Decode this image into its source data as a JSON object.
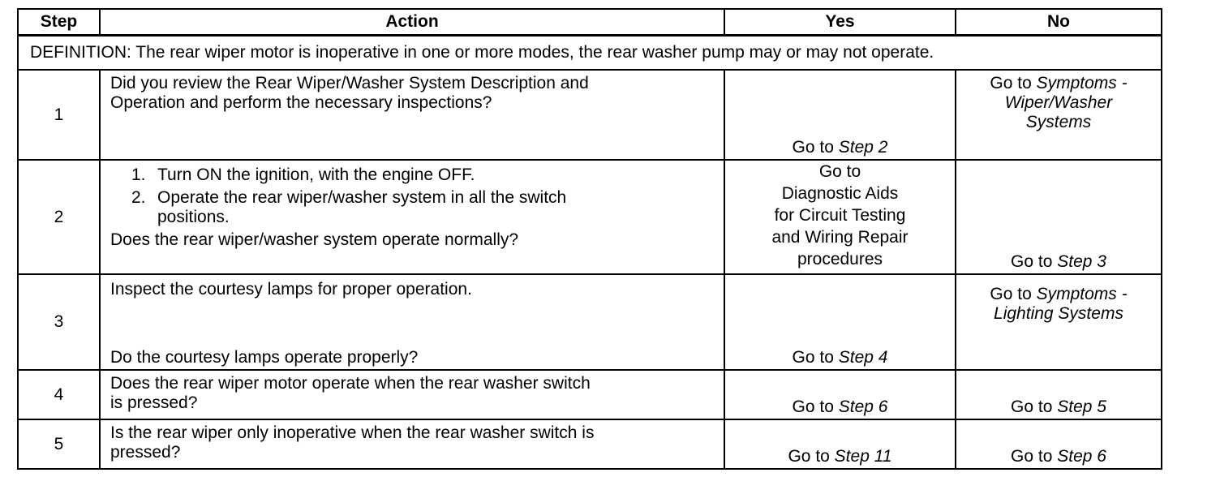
{
  "headers": {
    "step": "Step",
    "action": "Action",
    "yes": "Yes",
    "no": "No"
  },
  "definition": "DEFINITION: The rear wiper motor is inoperative in one or more modes, the rear washer pump may or may not operate.",
  "rows": [
    {
      "step": "1",
      "action_lines": [
        "Did you review the Rear Wiper/Washer System Description and",
        "Operation and perform the necessary inspections?"
      ],
      "yes_prefix": "Go to ",
      "yes_ref": "Step 2",
      "no_prefix": "Go to ",
      "no_ref_lines": [
        "Symptoms -",
        "Wiper/Washer",
        "Systems"
      ]
    },
    {
      "step": "2",
      "action_items": [
        {
          "num": "1.",
          "text": "Turn ON the ignition, with the engine OFF."
        },
        {
          "num": "2.",
          "text_lines": [
            "Operate the rear wiper/washer system in all the switch",
            "positions."
          ]
        }
      ],
      "question": "Does the rear wiper/washer system operate normally?",
      "yes_lines": [
        "Go to",
        "Diagnostic Aids",
        "for Circuit Testing",
        "and Wiring Repair",
        "procedures"
      ],
      "no_prefix": "Go to ",
      "no_ref": "Step 3"
    },
    {
      "step": "3",
      "action_top": "Inspect the courtesy lamps for proper operation.",
      "question": "Do the courtesy lamps operate properly?",
      "yes_prefix": "Go to ",
      "yes_ref": "Step 4",
      "no_prefix": "Go to ",
      "no_ref_lines": [
        "Symptoms -",
        "Lighting Systems"
      ]
    },
    {
      "step": "4",
      "action_lines": [
        "Does the rear wiper motor operate when the rear washer switch",
        "is pressed?"
      ],
      "yes_prefix": "Go to ",
      "yes_ref": "Step 6",
      "no_prefix": "Go to ",
      "no_ref": "Step 5"
    },
    {
      "step": "5",
      "action_lines": [
        "Is the rear wiper only inoperative when the rear washer switch is",
        "pressed?"
      ],
      "yes_prefix": "Go to ",
      "yes_ref": "Step 11",
      "no_prefix": "Go to ",
      "no_ref": "Step 6"
    }
  ]
}
